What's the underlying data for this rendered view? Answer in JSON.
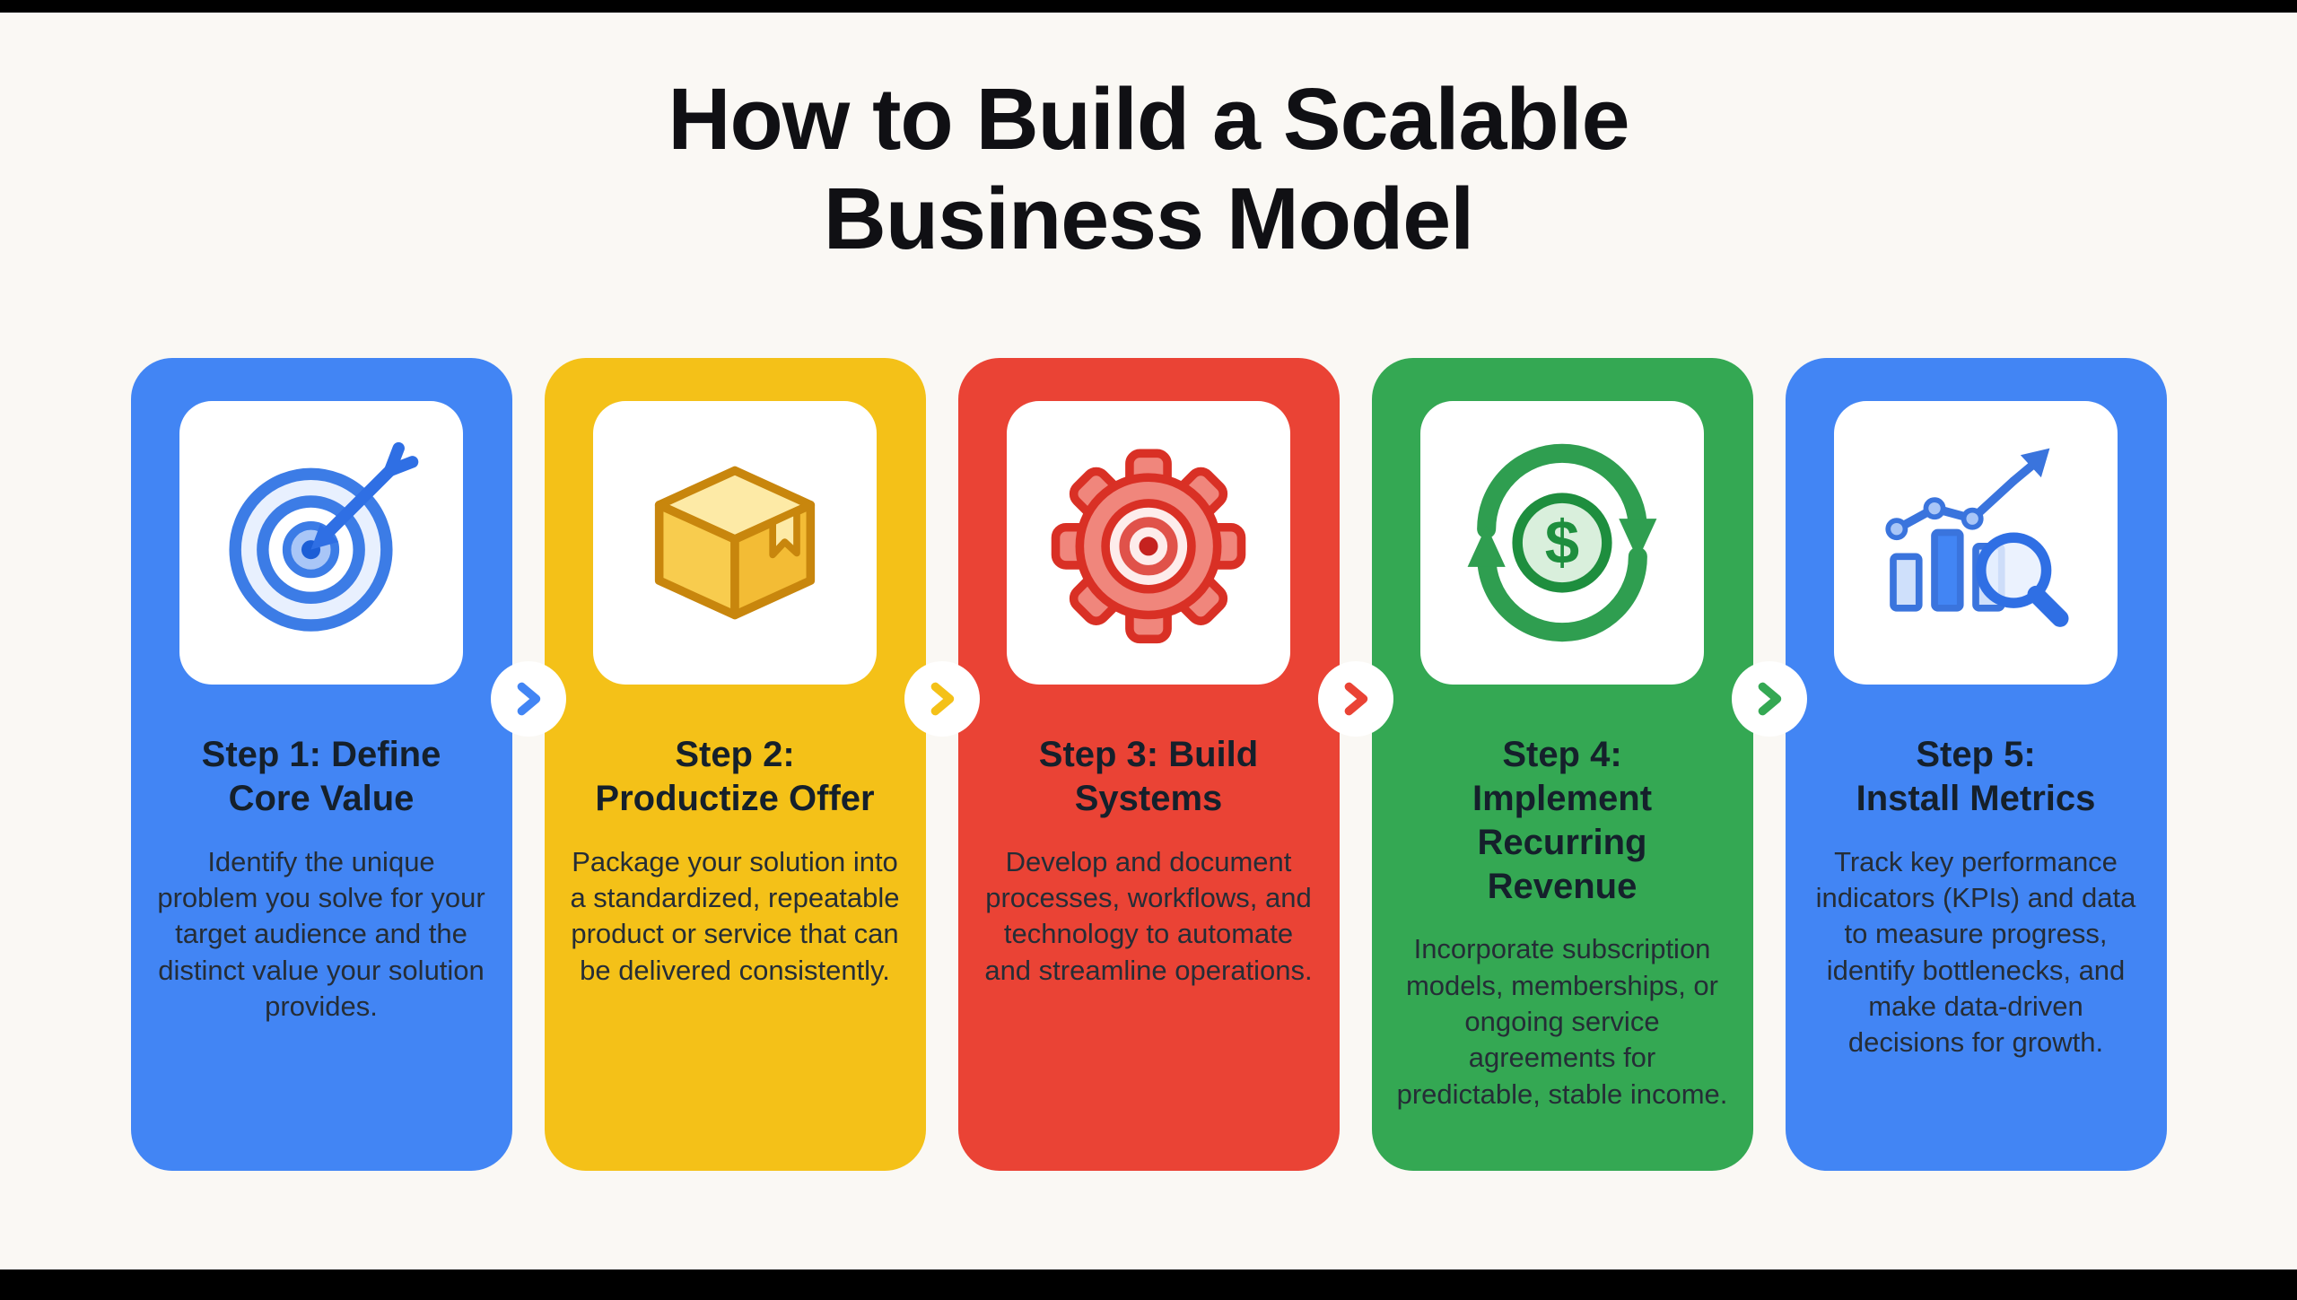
{
  "page": {
    "background": "#faf8f4",
    "letterbox_color": "#000000"
  },
  "title": {
    "text": "How to Build a Scalable\nBusiness Model",
    "color": "#101014"
  },
  "steps": [
    {
      "icon": "target-icon",
      "color": "#4285F4",
      "title": "Step 1: Define\nCore Value",
      "description": "Identify the unique problem you solve for your target audience and the distinct value your solution provides."
    },
    {
      "icon": "package-icon",
      "color": "#F4C118",
      "title": "Step 2:\nProductize Offer",
      "description": "Package your solution into a standardized, repeatable product or service that can be delivered consistently."
    },
    {
      "icon": "gear-icon",
      "color": "#EA4335",
      "title": "Step 3: Build\nSystems",
      "description": "Develop and document processes, workflows, and technology to automate and streamline operations."
    },
    {
      "icon": "recurring-revenue-icon",
      "color": "#34A853",
      "title": "Step 4:\nImplement\nRecurring\nRevenue",
      "description": "Incorporate subscription models, memberships, or ongoing service agreements for predictable, stable income."
    },
    {
      "icon": "metrics-icon",
      "color": "#4285F4",
      "title": "Step 5:\nInstall Metrics",
      "description": "Track key performance indicators (KPIs) and data to measure progress, identify bottlenecks, and make data-driven decisions for growth."
    }
  ],
  "arrows": [
    {
      "name": "arrow-step1-step2",
      "color": "#4285F4"
    },
    {
      "name": "arrow-step2-step3",
      "color": "#F4C118"
    },
    {
      "name": "arrow-step3-step4",
      "color": "#EA4335"
    },
    {
      "name": "arrow-step4-step5",
      "color": "#34A853"
    }
  ]
}
